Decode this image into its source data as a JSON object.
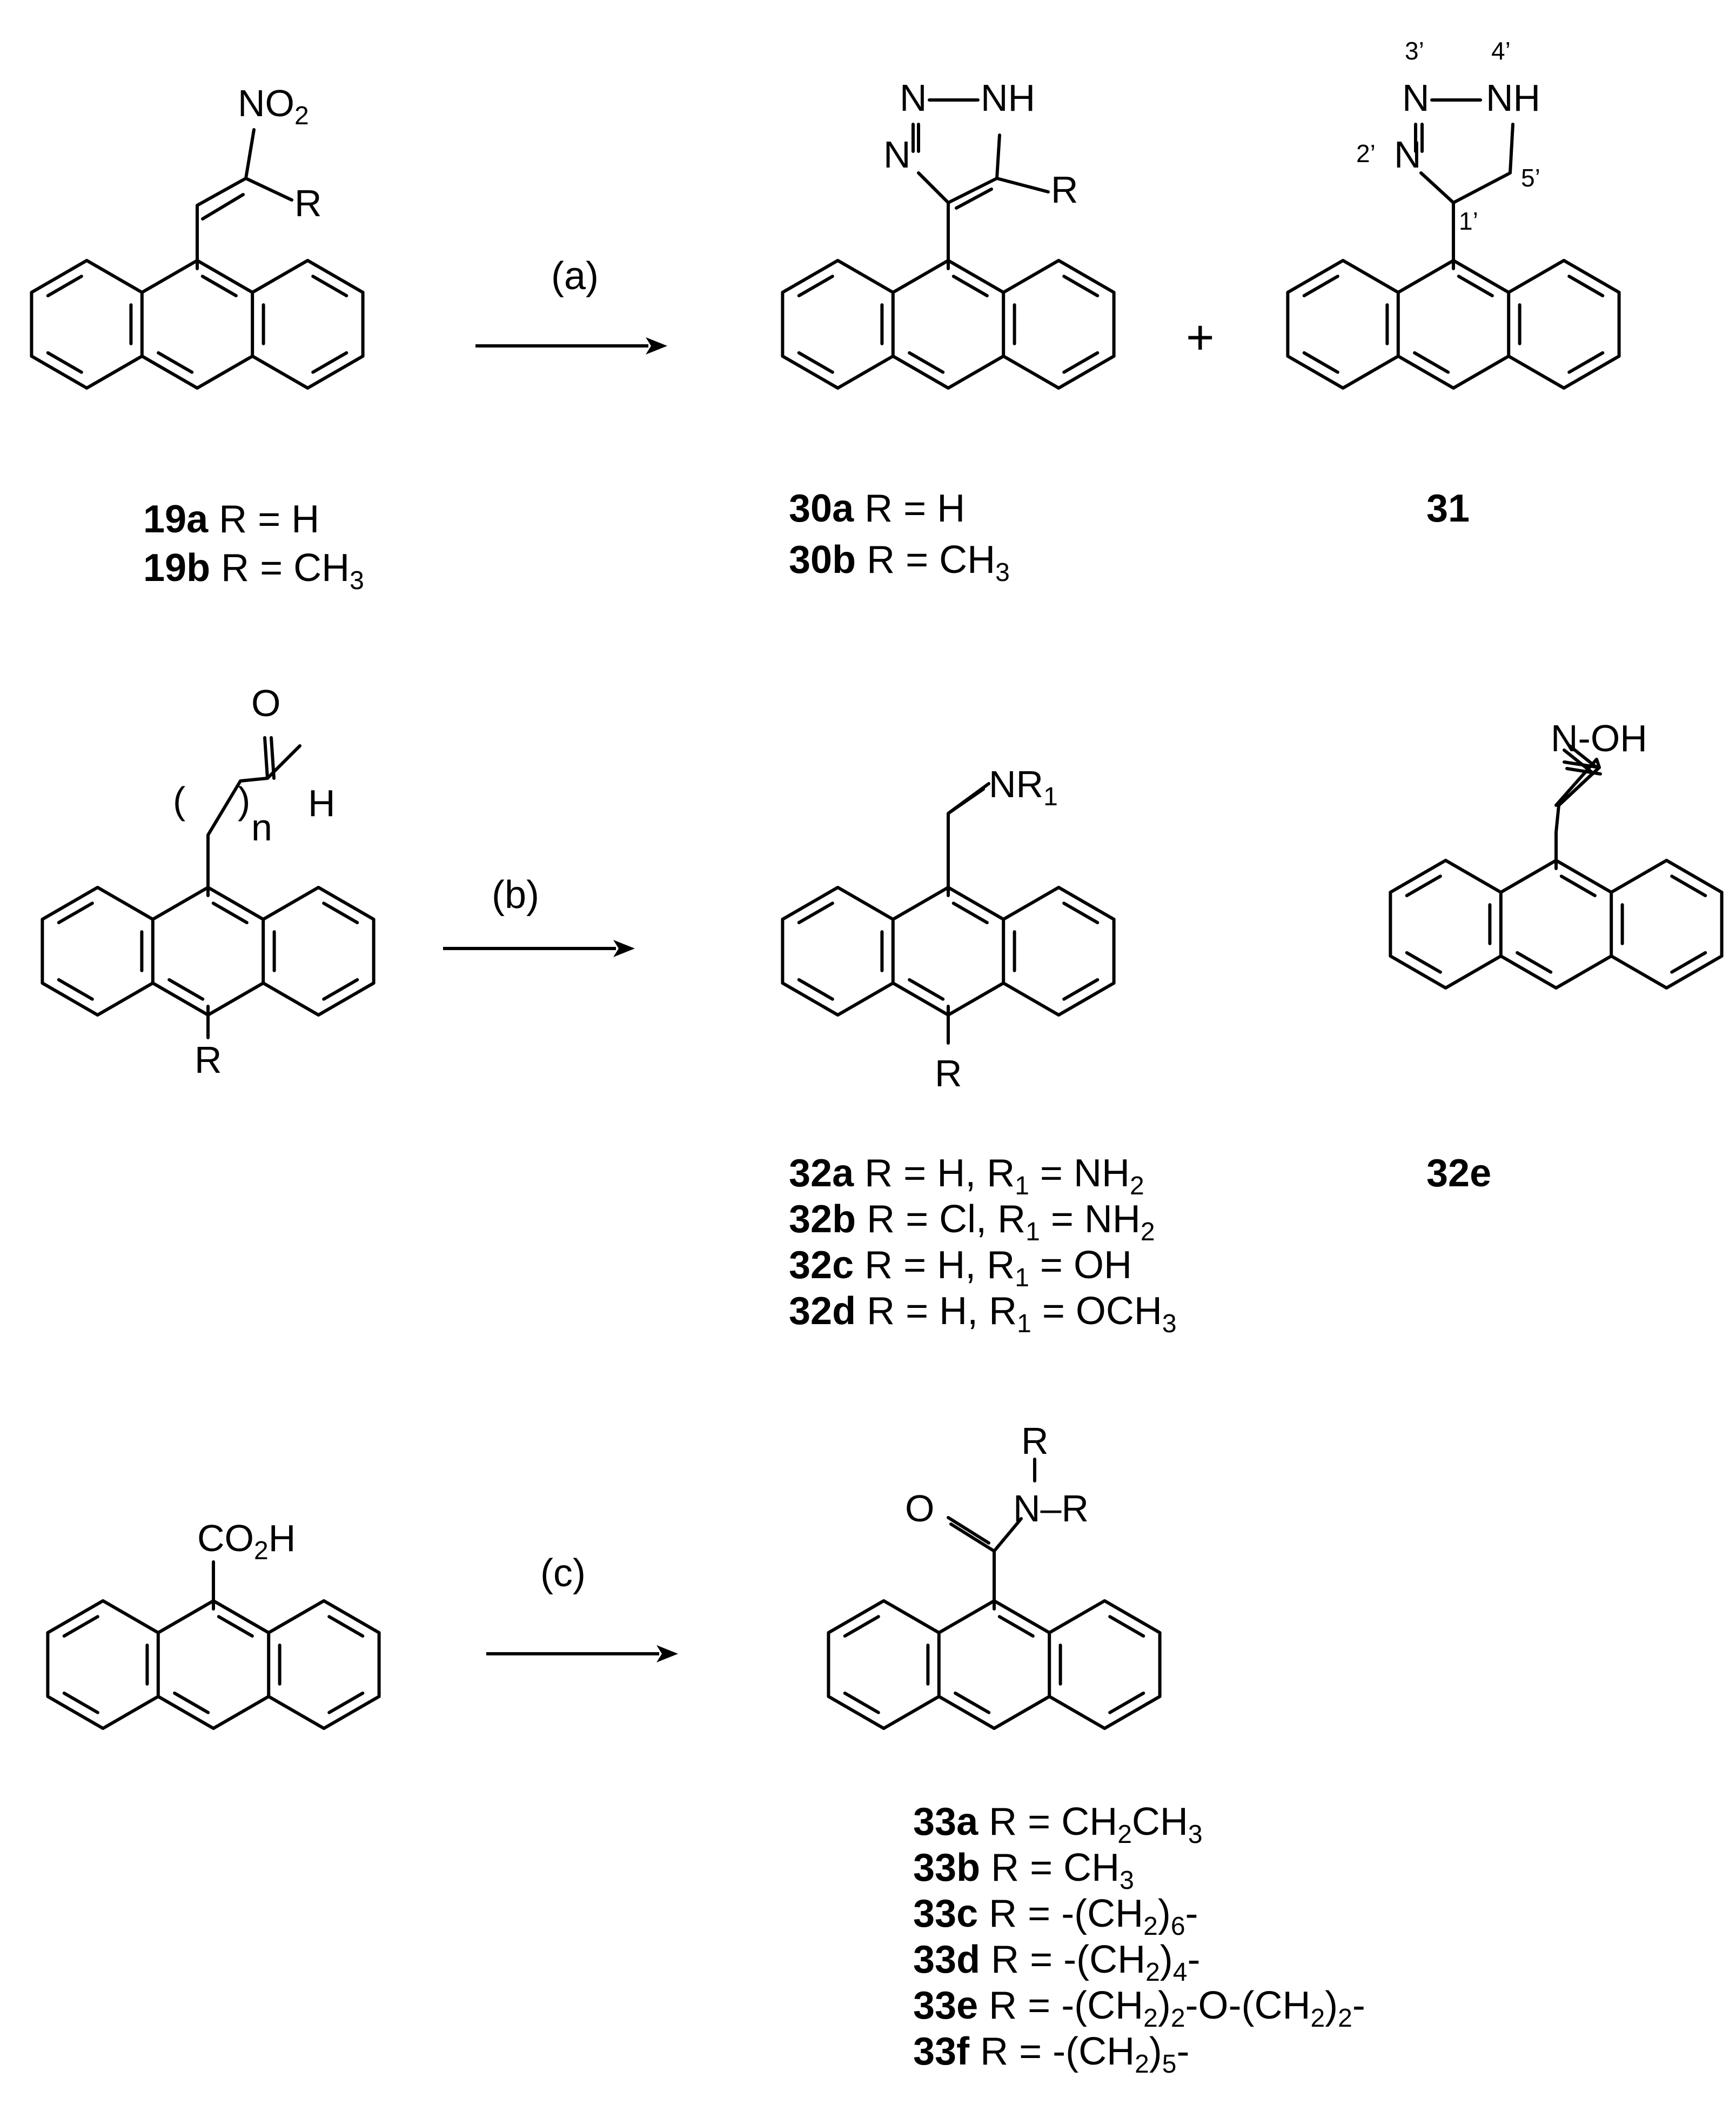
{
  "reactions": [
    {
      "condition": "(a)"
    },
    {
      "condition": "(b)"
    },
    {
      "condition": "(c)"
    }
  ],
  "atoms": {
    "nitro": "NO",
    "nitro_sub": "2",
    "R": "R",
    "N": "N",
    "NH": "NH",
    "O": "O",
    "H": "H",
    "n": "n",
    "paren_open": "(",
    "paren_close": ")",
    "imine": "NR",
    "imine_sub": "1",
    "oxime": "N-OH",
    "acid_pre": "CO",
    "acid_sub": "2",
    "acid_post": "H",
    "amide_N": "N",
    "amide_NR": "N–R",
    "amide_bar": "|",
    "plus": "+",
    "num_1": "1’",
    "num_2": "2’",
    "num_3": "3’",
    "num_4": "4’",
    "num_5": "5’"
  },
  "labels": {
    "c19a": {
      "bold": "19a",
      "text": " R = H"
    },
    "c19b": {
      "bold": "19b",
      "text": " R = CH",
      "sub": "3"
    },
    "c30a": {
      "bold": "30a",
      "text": " R = H"
    },
    "c30b": {
      "bold": "30b",
      "text": " R = CH",
      "sub": "3"
    },
    "c31": {
      "bold": "31"
    },
    "c32a": {
      "bold": "32a",
      "t1": " R = H, R",
      "s1": "1",
      "t2": " = NH",
      "s2": "2"
    },
    "c32b": {
      "bold": "32b",
      "t1": " R = Cl, R",
      "s1": "1",
      "t2": " = NH",
      "s2": "2"
    },
    "c32c": {
      "bold": "32c",
      "t1": " R = H, R",
      "s1": "1",
      "t2": " = OH"
    },
    "c32d": {
      "bold": "32d",
      "t1": " R = H, R",
      "s1": "1",
      "t2": " = OCH",
      "s2": "3"
    },
    "c32e": {
      "bold": "32e"
    },
    "c33a": {
      "bold": "33a",
      "t1": " R = CH",
      "s1": "2",
      "t2": "CH",
      "s2": "3"
    },
    "c33b": {
      "bold": "33b",
      "t1": " R = CH",
      "s1": "3"
    },
    "c33c": {
      "bold": "33c",
      "t1": " R = -(CH",
      "s1": "2",
      "t2": ")",
      "s2": "6",
      "t3": "-"
    },
    "c33d": {
      "bold": "33d",
      "t1": " R = -(CH",
      "s1": "2",
      "t2": ")",
      "s2": "4",
      "t3": "-"
    },
    "c33e": {
      "bold": "33e",
      "t1": " R = -(CH",
      "s1": "2",
      "t2": ")",
      "s2": "2",
      "t3": "-O-(CH",
      "s3": "2",
      "t4": ")",
      "s4": "2",
      "t5": "-"
    },
    "c33f": {
      "bold": "33f",
      "t1": " R = -(CH",
      "s1": "2",
      "t2": ")",
      "s2": "5",
      "t3": "-"
    }
  }
}
